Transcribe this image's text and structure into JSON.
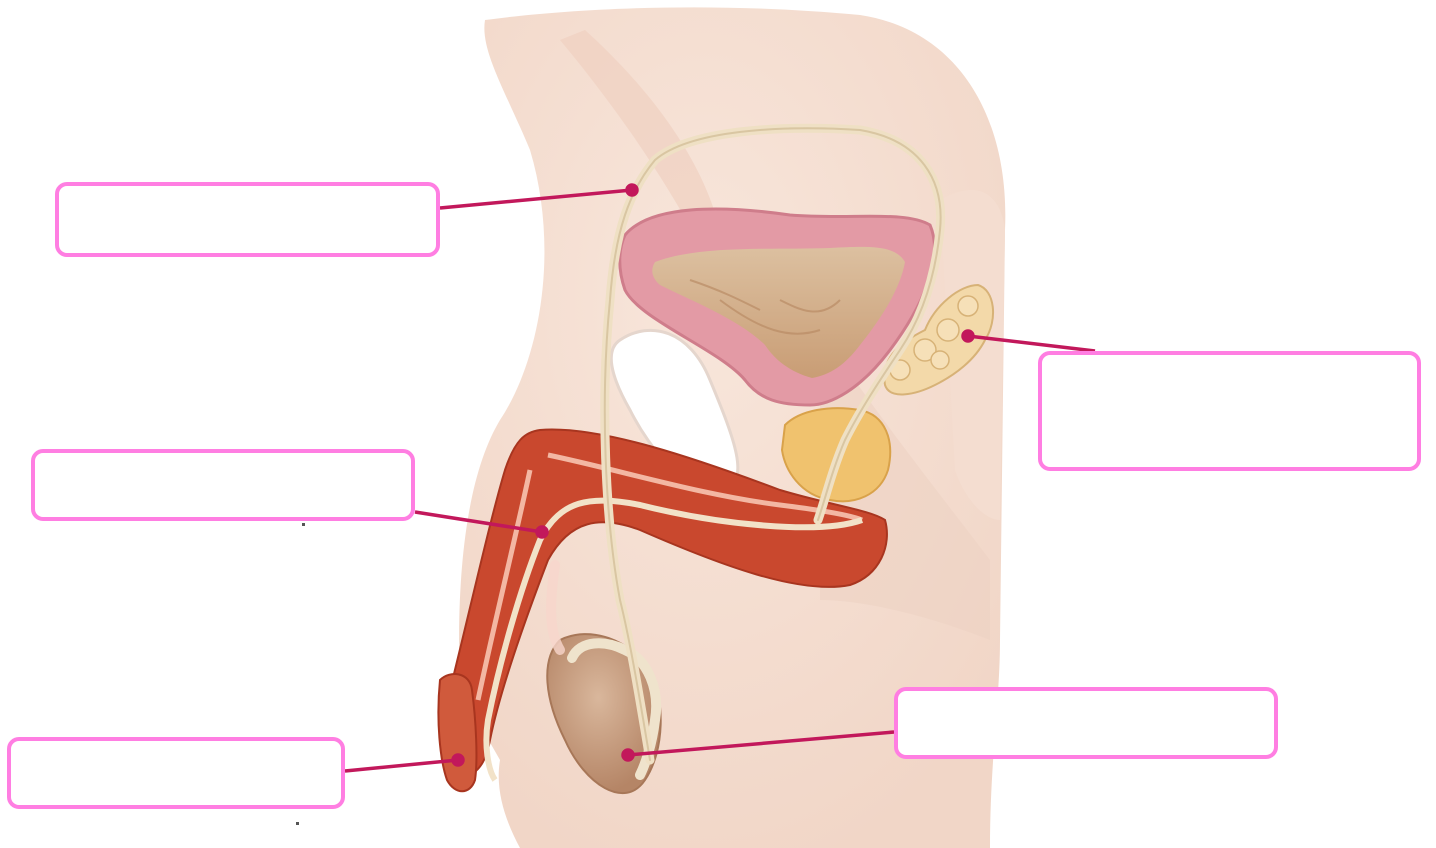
{
  "diagram": {
    "colors": {
      "box_border": "#ff7ee2",
      "leader_line": "#c2185b",
      "skin": "#f6dfd3",
      "bladder_wall": "#e7a3ab",
      "bladder_lumen": "#d9b48f",
      "erectile_tissue": "#c9482e",
      "prostate": "#f0c06a",
      "seminal_vesicle": "#f1d4a1",
      "vas_deferens": "#e9dcc3",
      "testis": "#c89d7f"
    },
    "labels": [
      {
        "id": "vas-deferens",
        "text": ""
      },
      {
        "id": "seminal-vesicle",
        "text": ""
      },
      {
        "id": "urethra",
        "text": ""
      },
      {
        "id": "testis",
        "text": ""
      },
      {
        "id": "penis",
        "text": ""
      }
    ]
  }
}
